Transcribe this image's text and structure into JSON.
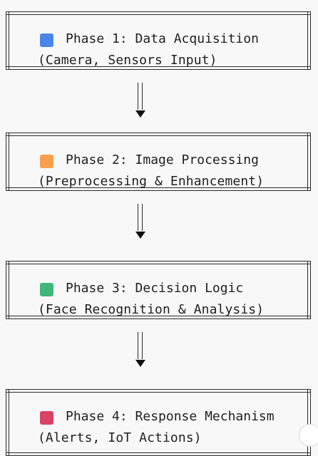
{
  "phases": [
    {
      "title": "Phase 1: Data Acquisition",
      "subtitle": "(Camera, Sensors Input)",
      "color": "#4a86e8"
    },
    {
      "title": "Phase 2: Image Processing",
      "subtitle": "(Preprocessing & Enhancement)",
      "color": "#f6a04d"
    },
    {
      "title": "Phase 3: Decision Logic",
      "subtitle": "(Face Recognition & Analysis)",
      "color": "#3fb67a"
    },
    {
      "title": "Phase 4: Response Mechanism",
      "subtitle": "(Alerts, IoT Actions)",
      "color": "#d94366"
    }
  ]
}
